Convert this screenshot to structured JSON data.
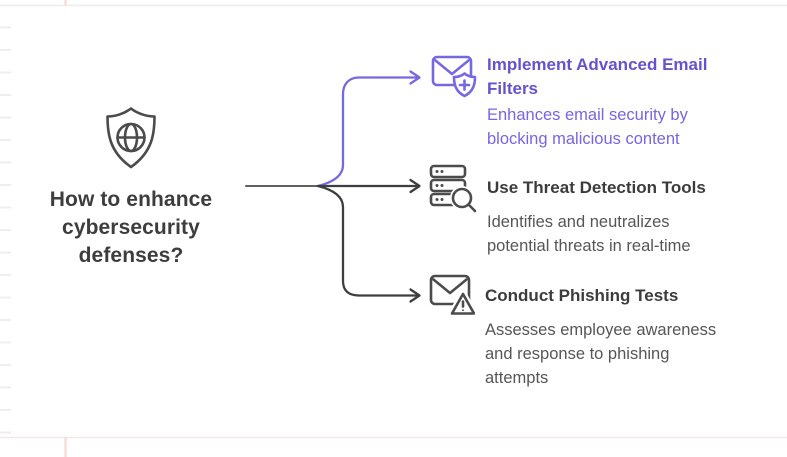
{
  "root_node": {
    "title": "How to enhance cybersecurity defenses?",
    "icon": "shield-globe-icon"
  },
  "branches": [
    {
      "title": "Implement Advanced Email Filters",
      "description": "Enhances email security by blocking malicious content",
      "icon": "email-shield-plus-icon",
      "highlighted": true
    },
    {
      "title": "Use Threat Detection Tools",
      "description": "Identifies and neutralizes potential threats in real-time",
      "icon": "server-search-icon",
      "highlighted": false
    },
    {
      "title": "Conduct Phishing Tests",
      "description": "Assesses employee awareness and response to phishing attempts",
      "icon": "email-warning-icon",
      "highlighted": false
    }
  ],
  "colors": {
    "accent_purple": "#7668e0",
    "highlight_title": "#6553cd",
    "highlight_description": "#7765e2",
    "dark_text": "#3c3c3c",
    "gray_text": "#565656",
    "icon_stroke": "#4b4b4b",
    "connector_dark": "#3e3e3e",
    "connector_stem": "#606060",
    "guide_line": "#f0edeb",
    "guide_pink": "#f6d9d2",
    "background": "#ffffff"
  }
}
